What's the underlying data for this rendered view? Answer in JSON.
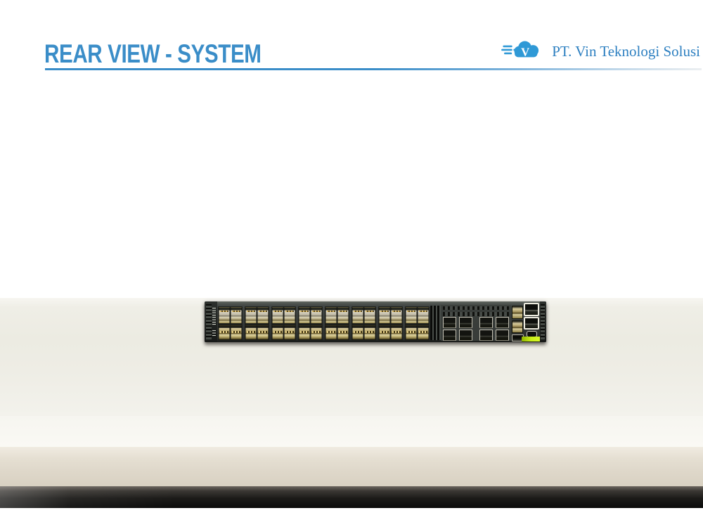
{
  "slide": {
    "title": "REAR VIEW - SYSTEM",
    "title_color": "#3a8dc8",
    "underline_color": "#3a8dc8"
  },
  "logo": {
    "company": "PT. Vin Teknologi Solusi",
    "text_color": "#2e80c1",
    "cloud_color": "#2f99d6",
    "monogram": "V"
  },
  "device": {
    "chassis_color": "#383c39",
    "sfp_block_count": 8,
    "sfp_rows": 2,
    "sfp_ports_per_row": 2,
    "qsfp_rows": 2,
    "qsfp_ports_per_row": 4,
    "mgmt_sfp_count": 2,
    "rj45_count": 2,
    "status_label_color": "#c9ef18",
    "cage_gold": "#c2a353",
    "cage_silver": "#d8d4c6"
  }
}
